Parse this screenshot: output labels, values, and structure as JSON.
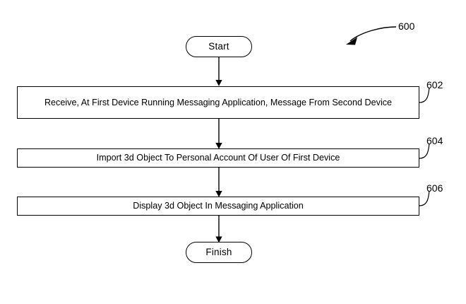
{
  "figure": {
    "number": "600",
    "type": "flowchart",
    "orientation": "vertical-top-to-bottom"
  },
  "nodes": {
    "start": {
      "label": "Start",
      "shape": "terminator"
    },
    "step_602": {
      "label": "Receive, At First Device Running Messaging Application, Message From Second Device",
      "shape": "process",
      "ref": "602"
    },
    "step_604": {
      "label": "Import 3d Object To Personal Account Of User Of First Device",
      "shape": "process",
      "ref": "604"
    },
    "step_606": {
      "label": "Display 3d Object In Messaging Application",
      "shape": "process",
      "ref": "606"
    },
    "finish": {
      "label": "Finish",
      "shape": "terminator"
    }
  },
  "refs": {
    "figure_callout": "600",
    "r602": "602",
    "r604": "604",
    "r606": "606"
  },
  "colors": {
    "stroke": "#000000",
    "fill": "#ffffff",
    "text": "#000000"
  }
}
